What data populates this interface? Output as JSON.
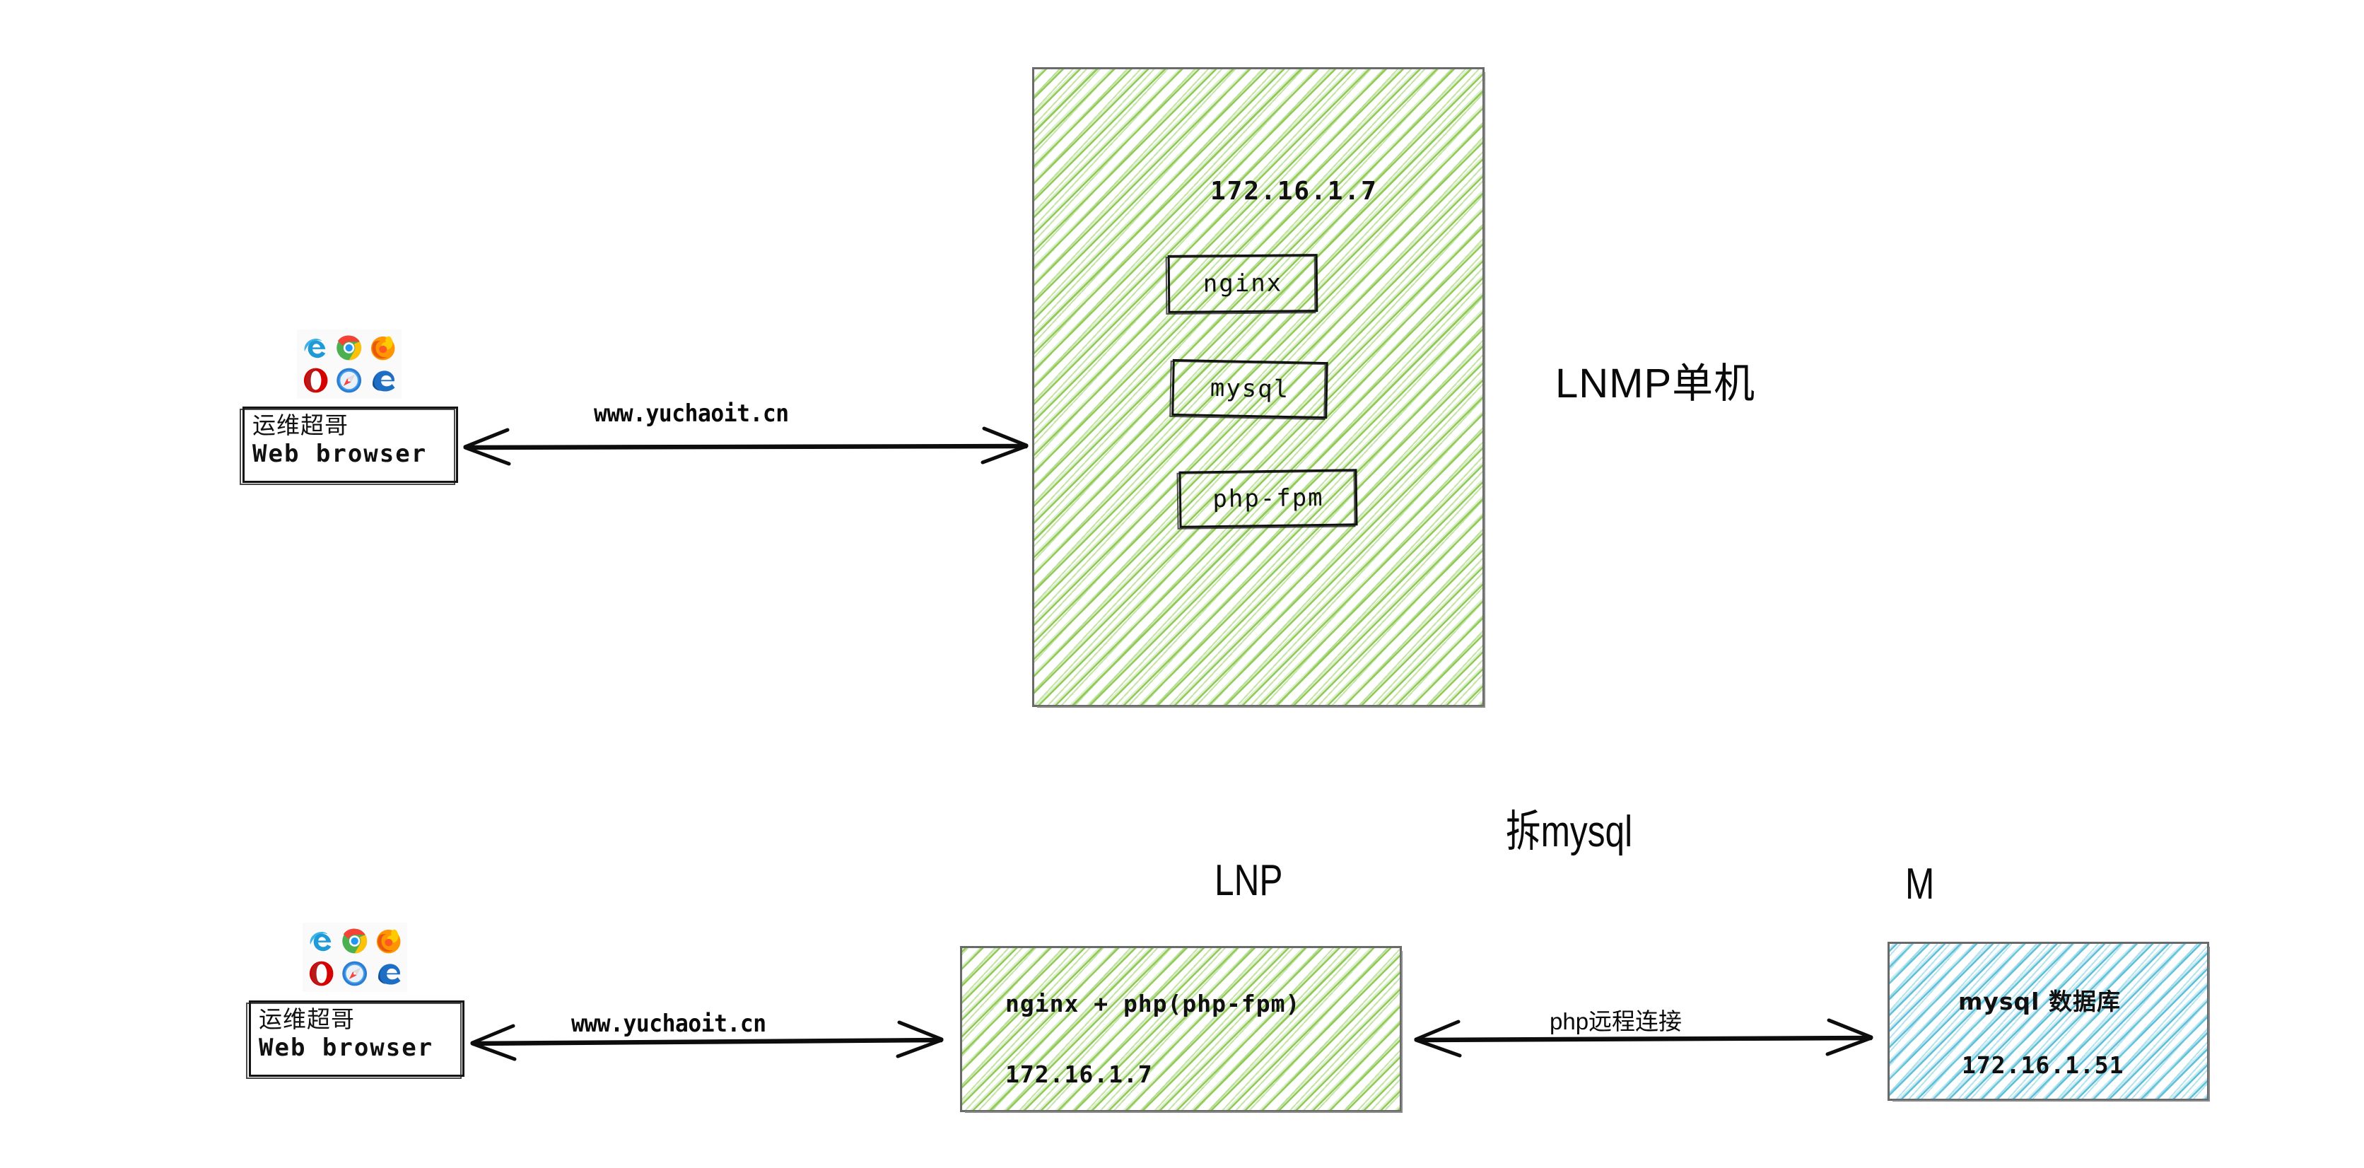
{
  "diagram": {
    "title_top": "LNMP单机",
    "title_split": "拆mysql",
    "title_lnp": "LNP",
    "title_m": "M"
  },
  "top_section": {
    "client": {
      "cn_label": "运维超哥",
      "en_label": "Web browser",
      "browser_icons": [
        "internet-explorer-icon",
        "chrome-icon",
        "firefox-icon",
        "opera-icon",
        "safari-icon",
        "edge-icon"
      ]
    },
    "arrow_label": "www.yuchaoit.cn",
    "server": {
      "ip": "172.16.1.7",
      "services": [
        "nginx",
        "mysql",
        "php-fpm"
      ]
    }
  },
  "bottom_section": {
    "client": {
      "cn_label": "运维超哥",
      "en_label": "Web browser",
      "browser_icons": [
        "internet-explorer-icon",
        "chrome-icon",
        "firefox-icon",
        "opera-icon",
        "safari-icon",
        "edge-icon"
      ]
    },
    "arrow_label_left": "www.yuchaoit.cn",
    "web_server": {
      "stack": "nginx + php(php-fpm)",
      "ip": "172.16.1.7"
    },
    "arrow_label_right": "php远程连接",
    "db_server": {
      "name": "mysql 数据库",
      "ip": "172.16.1.51"
    }
  },
  "colors": {
    "hatch_green": "#8ac850",
    "hatch_blue": "#56bdd6",
    "box_border_gray": "#6a6a6a",
    "stroke_black": "#101010",
    "background": "#ffffff"
  }
}
